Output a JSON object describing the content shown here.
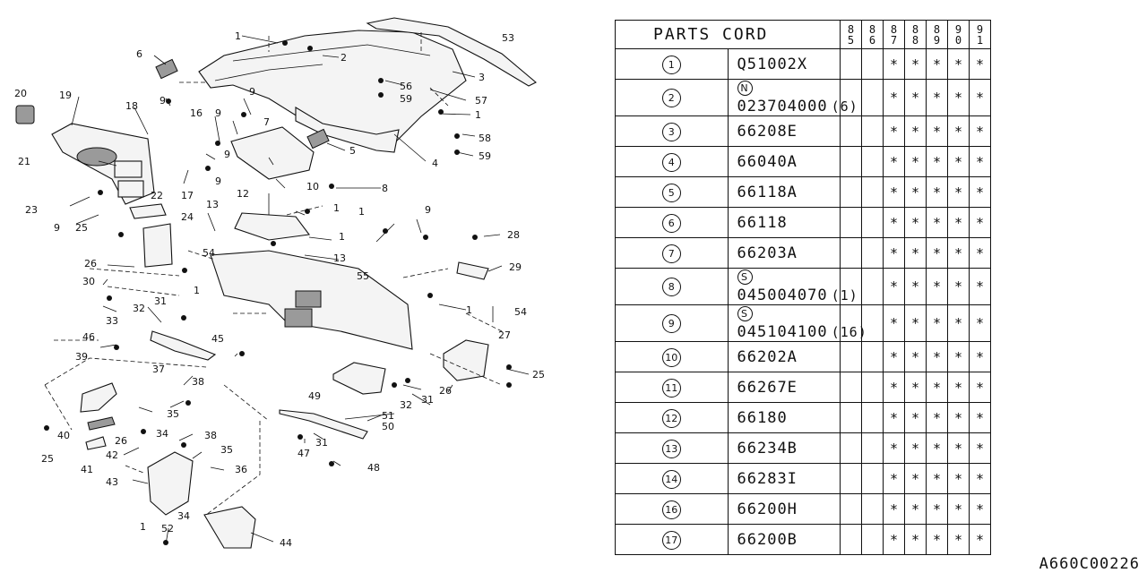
{
  "table": {
    "header_title": "PARTS CORD",
    "years": [
      [
        "8",
        "5"
      ],
      [
        "8",
        "6"
      ],
      [
        "8",
        "7"
      ],
      [
        "8",
        "8"
      ],
      [
        "8",
        "9"
      ],
      [
        "9",
        "0"
      ],
      [
        "9",
        "1"
      ]
    ],
    "rows": [
      {
        "num": "1",
        "prefix": "",
        "code": "Q51002X",
        "qty": "",
        "marks": [
          "",
          "",
          "*",
          "*",
          "*",
          "*",
          "*"
        ]
      },
      {
        "num": "2",
        "prefix": "N",
        "code": "023704000",
        "qty": "(6)",
        "marks": [
          "",
          "",
          "*",
          "*",
          "*",
          "*",
          "*"
        ]
      },
      {
        "num": "3",
        "prefix": "",
        "code": "66208E",
        "qty": "",
        "marks": [
          "",
          "",
          "*",
          "*",
          "*",
          "*",
          "*"
        ]
      },
      {
        "num": "4",
        "prefix": "",
        "code": "66040A",
        "qty": "",
        "marks": [
          "",
          "",
          "*",
          "*",
          "*",
          "*",
          "*"
        ]
      },
      {
        "num": "5",
        "prefix": "",
        "code": "66118A",
        "qty": "",
        "marks": [
          "",
          "",
          "*",
          "*",
          "*",
          "*",
          "*"
        ]
      },
      {
        "num": "6",
        "prefix": "",
        "code": "66118",
        "qty": "",
        "marks": [
          "",
          "",
          "*",
          "*",
          "*",
          "*",
          "*"
        ]
      },
      {
        "num": "7",
        "prefix": "",
        "code": "66203A",
        "qty": "",
        "marks": [
          "",
          "",
          "*",
          "*",
          "*",
          "*",
          "*"
        ]
      },
      {
        "num": "8",
        "prefix": "S",
        "code": "045004070",
        "qty": "(1)",
        "marks": [
          "",
          "",
          "*",
          "*",
          "*",
          "*",
          "*"
        ]
      },
      {
        "num": "9",
        "prefix": "S",
        "code": "045104100",
        "qty": "(16)",
        "marks": [
          "",
          "",
          "*",
          "*",
          "*",
          "*",
          "*"
        ]
      },
      {
        "num": "10",
        "prefix": "",
        "code": "66202A",
        "qty": "",
        "marks": [
          "",
          "",
          "*",
          "*",
          "*",
          "*",
          "*"
        ]
      },
      {
        "num": "11",
        "prefix": "",
        "code": "66267E",
        "qty": "",
        "marks": [
          "",
          "",
          "*",
          "*",
          "*",
          "*",
          "*"
        ]
      },
      {
        "num": "12",
        "prefix": "",
        "code": "66180",
        "qty": "",
        "marks": [
          "",
          "",
          "*",
          "*",
          "*",
          "*",
          "*"
        ]
      },
      {
        "num": "13",
        "prefix": "",
        "code": "66234B",
        "qty": "",
        "marks": [
          "",
          "",
          "*",
          "*",
          "*",
          "*",
          "*"
        ]
      },
      {
        "num": "14",
        "prefix": "",
        "code": "66283I",
        "qty": "",
        "marks": [
          "",
          "",
          "*",
          "*",
          "*",
          "*",
          "*"
        ]
      },
      {
        "num": "16",
        "prefix": "",
        "code": "66200H",
        "qty": "",
        "marks": [
          "",
          "",
          "*",
          "*",
          "*",
          "*",
          "*"
        ]
      },
      {
        "num": "17",
        "prefix": "",
        "code": "66200B",
        "qty": "",
        "marks": [
          "",
          "",
          "*",
          "*",
          "*",
          "*",
          "*"
        ]
      }
    ]
  },
  "diagram": {
    "labels": {
      "l1a": "1",
      "l2": "2",
      "l3": "3",
      "l4": "4",
      "l5": "5",
      "l6": "6",
      "l7": "7",
      "l8": "8",
      "l9a": "9",
      "l9b": "9",
      "l9c": "9",
      "l9d": "9",
      "l9e": "9",
      "l9f": "9",
      "l9g": "9",
      "l10": "10",
      "l12": "12",
      "l13a": "13",
      "l13b": "13",
      "l16": "16",
      "l17": "17",
      "l18": "18",
      "l19": "19",
      "l20": "20",
      "l21": "21",
      "l22": "22",
      "l23": "23",
      "l24": "24",
      "l25a": "25",
      "l25b": "25",
      "l25c": "25",
      "l26a": "26",
      "l26b": "26",
      "l26c": "26",
      "l27": "27",
      "l28": "28",
      "l29": "29",
      "l30": "30",
      "l31a": "31",
      "l31b": "31",
      "l31c": "31",
      "l32a": "32",
      "l32b": "32",
      "l33": "33",
      "l34a": "34",
      "l34b": "34",
      "l35a": "35",
      "l35b": "35",
      "l36": "36",
      "l37": "37",
      "l38a": "38",
      "l38b": "38",
      "l39": "39",
      "l40": "40",
      "l41": "41",
      "l42": "42",
      "l43": "43",
      "l44": "44",
      "l45": "45",
      "l46": "46",
      "l47": "47",
      "l48": "48",
      "l49": "49",
      "l50": "50",
      "l51": "51",
      "l52": "52",
      "l53": "53",
      "l54a": "54",
      "l54b": "54",
      "l55": "55",
      "l56": "56",
      "l57": "57",
      "l58": "58",
      "l59a": "59",
      "l59b": "59",
      "l1b": "1",
      "l1c": "1",
      "l1d": "1",
      "l1e": "1",
      "l1f": "1",
      "l1g": "1",
      "l1h": "1"
    }
  },
  "doc_code": "A660C00226"
}
